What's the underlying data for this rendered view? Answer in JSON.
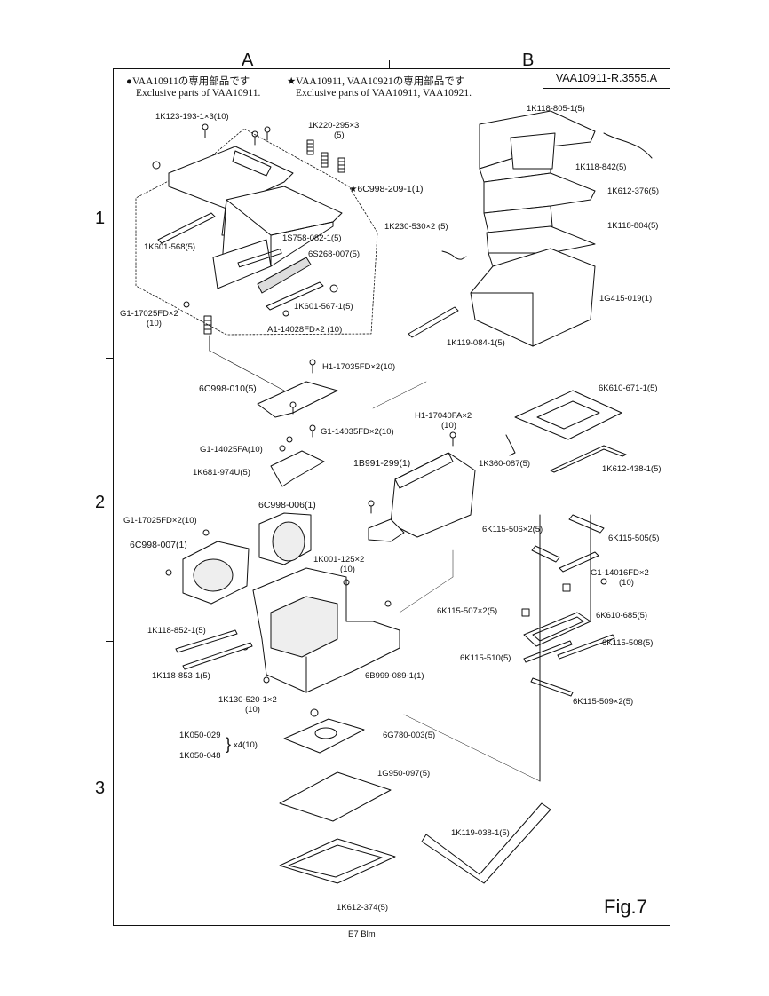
{
  "columns": [
    "A",
    "B"
  ],
  "rows": [
    "1",
    "2",
    "3"
  ],
  "model_id": "VAA10911-R.3555.A",
  "notes": {
    "dot_line1": "●VAA10911の専用部品です",
    "dot_line2": "Exclusive parts of VAA10911.",
    "star_line1": "★VAA10911, VAA10921の専用部品です",
    "star_line2": "Exclusive parts of VAA10911, VAA10921."
  },
  "labels": {
    "l_1k123": "1K123-193-1×3(10)",
    "l_1k220": "1K220-295×3",
    "l_1k220q": "(5)",
    "l_6c998_209": "★6C998-209-1(1)",
    "l_1k601_568": "1K601-568(5)",
    "l_1s758": "1S758-082-1(5)",
    "l_6s268": "6S268-007(5)",
    "l_g1_17025_top": "G1-17025FD×2",
    "l_g1_17025_topq": "(10)",
    "l_1k601_567": "1K601-567-1(5)",
    "l_a1_14028": "A1-14028FD×2 (10)",
    "l_1k118_805": "1K118-805-1(5)",
    "l_1k118_842": "1K118-842(5)",
    "l_1k612_376": "1K612-376(5)",
    "l_1k230": "1K230-530×2 (5)",
    "l_1k118_804": "1K118-804(5)",
    "l_1g415": "1G415-019(1)",
    "l_1k119_084": "1K119-084-1(5)",
    "l_h1_17035": "H1-17035FD×2(10)",
    "l_6c998_010": "6C998-010(5)",
    "l_g1_14035": "G1-14035FD×2(10)",
    "l_g1_14025": "G1-14025FA(10)",
    "l_1k681": "1K681-974U(5)",
    "l_h1_17040": "H1-17040FA×2",
    "l_h1_17040q": "(10)",
    "l_1b991": "1B991-299(1)",
    "l_6k610_671": "6K610-671-1(5)",
    "l_1k360": "1K360-087(5)",
    "l_1k612_438": "1K612-438-1(5)",
    "l_6c998_006": "6C998-006(1)",
    "l_g1_17025_mid": "G1-17025FD×2(10)",
    "l_6c998_007": "6C998-007(1)",
    "l_1k001": "1K001-125×2",
    "l_1k001q": "(10)",
    "l_6k115_506": "6K115-506×2(5)",
    "l_6k115_505": "6K115-505(5)",
    "l_g1_14016": "G1-14016FD×2",
    "l_g1_14016q": "(10)",
    "l_6k115_507": "6K115-507×2(5)",
    "l_6k610_685": "6K610-685(5)",
    "l_1k118_852": "1K118-852-1(5)",
    "l_6k115_508": "6K115-508(5)",
    "l_6k115_510": "6K115-510(5)",
    "l_1k118_853": "1K118-853-1(5)",
    "l_6b999": "6B999-089-1(1)",
    "l_1k130": "1K130-520-1×2",
    "l_1k130q": "(10)",
    "l_6k115_509": "6K115-509×2(5)",
    "l_1k050_029": "1K050-029",
    "l_1k050_048": "1K050-048",
    "l_x4": "x4(10)",
    "l_6g780": "6G780-003(5)",
    "l_1g950": "1G950-097(5)",
    "l_1k119_038": "1K119-038-1(5)",
    "l_1k612_374": "1K612-374(5)"
  },
  "figure_label": "Fig.7",
  "footer": "E7 Blm"
}
